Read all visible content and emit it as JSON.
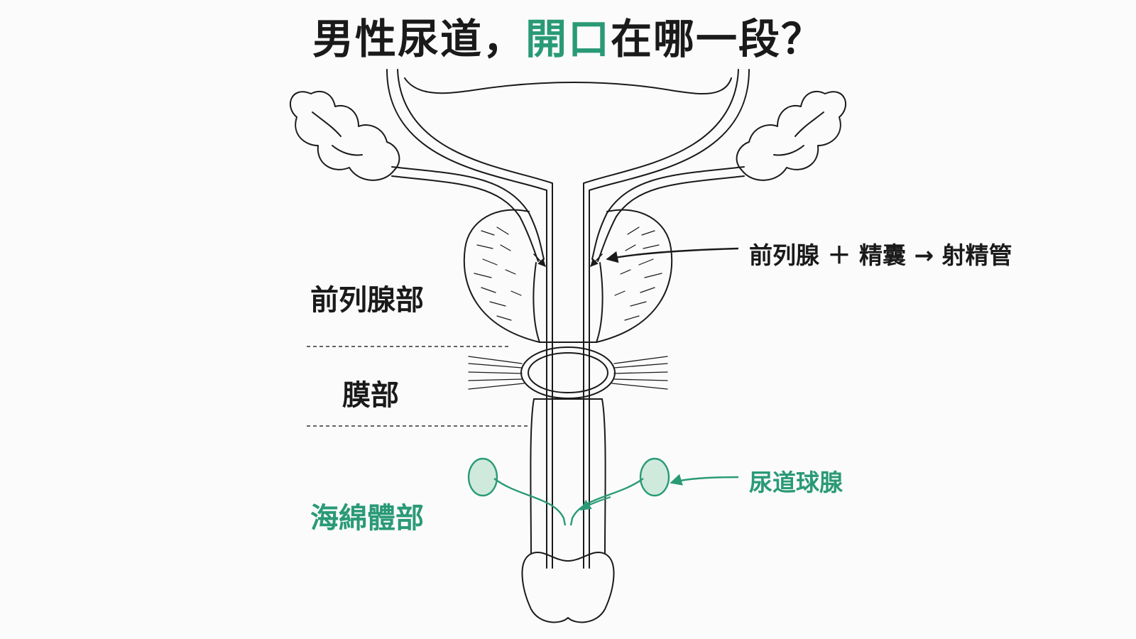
{
  "title": {
    "part1": "男性尿道，",
    "part2": "開口",
    "part3": "在哪一段？"
  },
  "segments": {
    "prostatic": "前列腺部",
    "membranous": "膜部",
    "spongy": "海綿體部"
  },
  "annotations": {
    "ejaculatory": "前列腺 ＋ 精囊 → 射精管",
    "bulbourethral": "尿道球腺"
  },
  "colors": {
    "accent": "#2a9a76",
    "ink": "#1a1a1a",
    "gland_fill": "#cfeadd"
  }
}
